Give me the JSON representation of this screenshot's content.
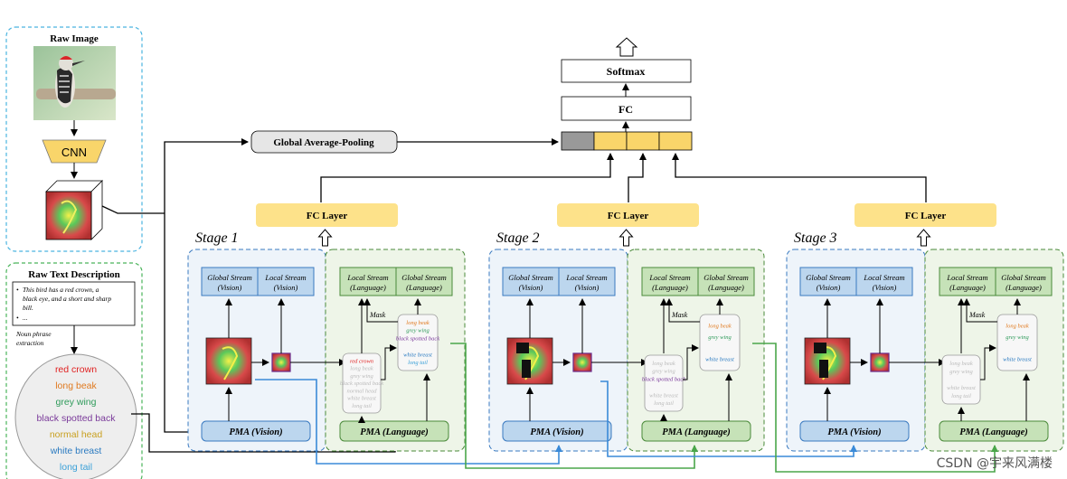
{
  "raw_image": {
    "title": "Raw Image",
    "cnn_label": "CNN"
  },
  "raw_text": {
    "title": "Raw Text Description",
    "bullets": [
      "This bird has a red crown, a",
      "black eye, and a short and sharp",
      "bill.",
      "..."
    ],
    "noun_label_1": "Noun phrase",
    "noun_label_2": "extraction",
    "phrases": [
      {
        "text": "red crown",
        "color": "#e02020"
      },
      {
        "text": "long beak",
        "color": "#e07a20"
      },
      {
        "text": "grey wing",
        "color": "#2e9a5a"
      },
      {
        "text": "black spotted back",
        "color": "#7a3a9a"
      },
      {
        "text": "normal head",
        "color": "#c9a020"
      },
      {
        "text": "white breast",
        "color": "#2a7ac0"
      },
      {
        "text": "long tail",
        "color": "#3aa0d8"
      }
    ]
  },
  "top": {
    "softmax": "Softmax",
    "fc": "FC",
    "gap": "Global  Average-Pooling"
  },
  "stages": [
    {
      "title": "Stage 1",
      "fc_layer": "FC Layer",
      "gsv": [
        "Global Stream",
        "(Vision)"
      ],
      "lsv": [
        "Local Stream",
        "(Vision)"
      ],
      "lsl": [
        "Local Stream",
        "(Language)"
      ],
      "gsl": [
        "Global Stream",
        "(Language)"
      ],
      "pma_v": "PMA (Vision)",
      "pma_l": "PMA (Language)",
      "mask": "Mask",
      "left_card": [
        "red crown",
        "long beak",
        "grey wing",
        "black spotted back",
        "normal head",
        "white breast",
        "long tail"
      ],
      "right_card": [
        "long beak",
        "grey wing",
        "black spotted back",
        "",
        "white breast",
        "long tail"
      ]
    },
    {
      "title": "Stage 2",
      "fc_layer": "FC Layer",
      "gsv": [
        "Global Stream",
        "(Vision)"
      ],
      "lsv": [
        "Local Stream",
        "(Vision)"
      ],
      "lsl": [
        "Local Stream",
        "(Language)"
      ],
      "gsl": [
        "Global Stream",
        "(Language)"
      ],
      "pma_v": "PMA (Vision)",
      "pma_l": "PMA (Language)",
      "mask": "Mask",
      "left_card": [
        "long beak",
        "grey wing",
        "black spotted back",
        "",
        "white breast",
        "long tail"
      ],
      "right_card": [
        "long beak",
        "grey wing",
        "",
        "white breast"
      ]
    },
    {
      "title": "Stage 3",
      "fc_layer": "FC Layer",
      "gsv": [
        "Global Stream",
        "(Vision)"
      ],
      "lsv": [
        "Local Stream",
        "(Vision)"
      ],
      "lsl": [
        "Local Stream",
        "(Language)"
      ],
      "gsl": [
        "Global Stream",
        "(Language)"
      ],
      "pma_v": "PMA (Vision)",
      "pma_l": "PMA (Language)",
      "mask": "Mask",
      "left_card": [
        "long beak",
        "grey wing",
        "",
        "white breast",
        "long tail"
      ],
      "right_card": [
        "long beak",
        "grey wing",
        "",
        "white breast"
      ]
    }
  ],
  "watermark": "CSDN @宇来风满楼"
}
